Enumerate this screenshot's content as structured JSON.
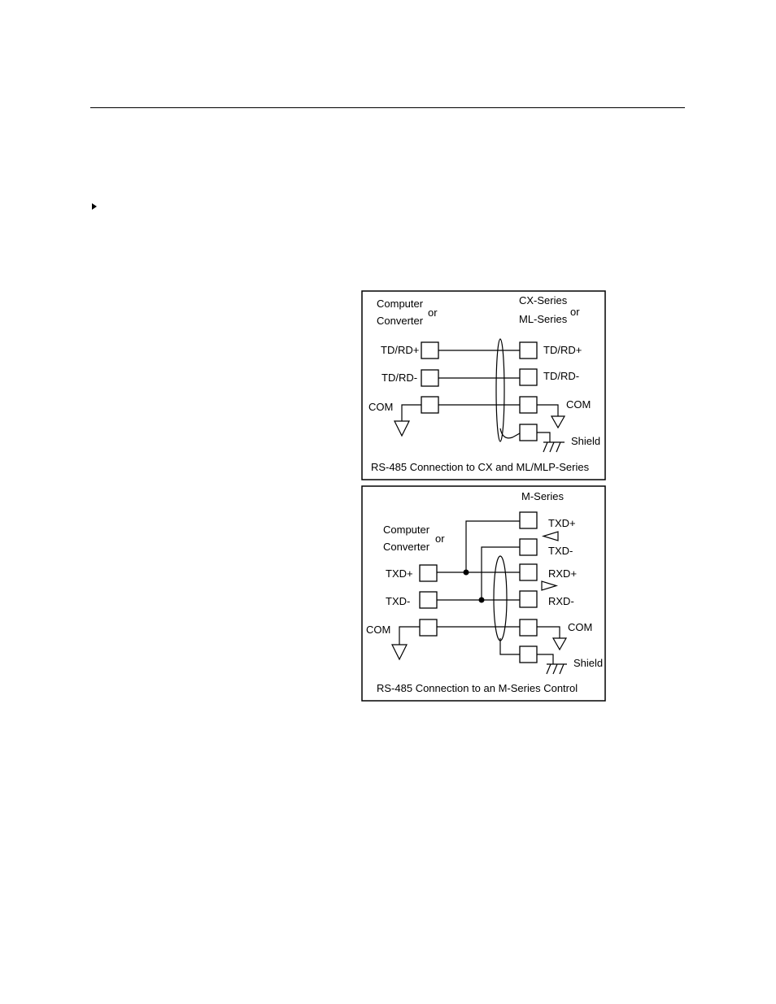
{
  "diagram1": {
    "left_label_line1": "Computer",
    "left_label_line2": "Converter",
    "left_or": "or",
    "right_label_line1": "CX-Series",
    "right_label_line2": "ML-Series",
    "right_or": "or",
    "left_terminals": [
      "TD/RD+",
      "TD/RD-",
      "COM"
    ],
    "right_terminals": [
      "TD/RD+",
      "TD/RD-",
      "COM",
      "Shield"
    ],
    "caption": "RS-485 Connection to CX and ML/MLP-Series"
  },
  "diagram2": {
    "right_title": "M-Series",
    "left_label_line1": "Computer",
    "left_label_line2": "Converter",
    "left_or": "or",
    "left_terminals": [
      "TXD+",
      "TXD-",
      "COM"
    ],
    "right_terminals": [
      "TXD+",
      "TXD-",
      "RXD+",
      "RXD-",
      "COM",
      "Shield"
    ],
    "caption": "RS-485 Connection to an M-Series Control"
  }
}
